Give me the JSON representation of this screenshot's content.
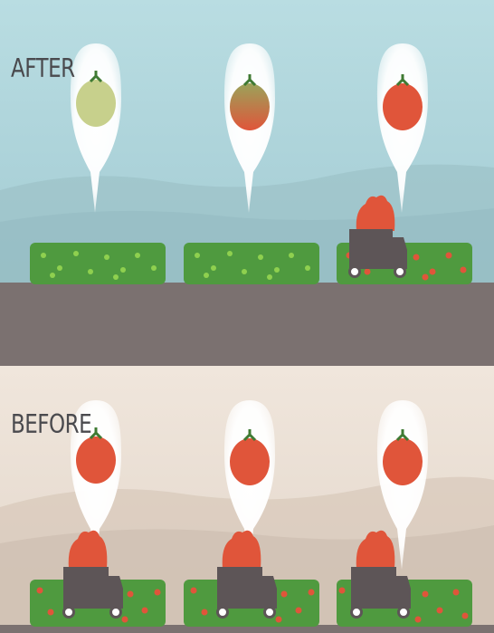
{
  "panels": {
    "after": {
      "label": "AFTER",
      "sky_color": "#a9cfd6",
      "road_color": "#7b7170",
      "tomato_states": [
        "green",
        "ripening",
        "red"
      ],
      "fields_with_truck": [
        "third"
      ]
    },
    "before": {
      "label": "BEFORE",
      "sky_color": "#ece3da",
      "road_color": "#7b7170",
      "tomato_states": [
        "red",
        "red",
        "red"
      ],
      "fields_with_truck": [
        "first",
        "second",
        "third"
      ]
    }
  },
  "icons": [
    "tomato-icon",
    "truck-icon",
    "speech-bubble-icon",
    "tomato-bush-icon"
  ],
  "colors": {
    "tomato_red": "#e0553a",
    "tomato_green": "#c7d08c",
    "bush_green": "#4f9a3f",
    "truck_body": "#5d5557"
  }
}
